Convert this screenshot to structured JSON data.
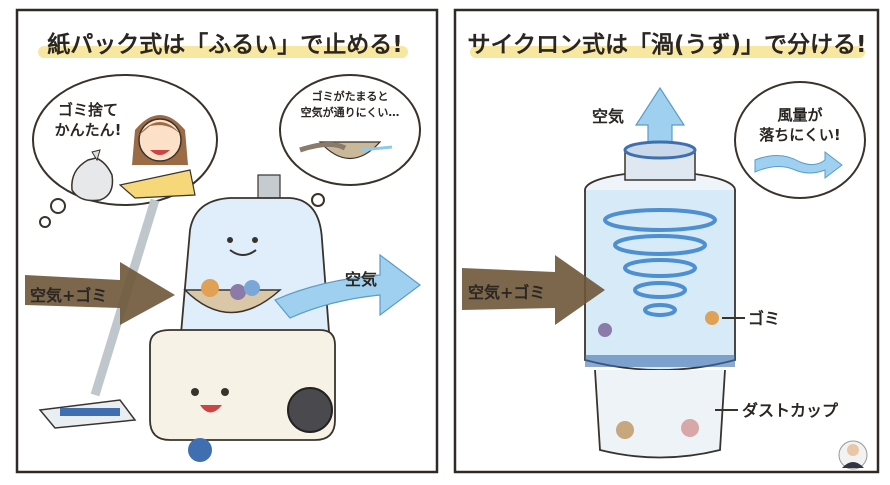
{
  "left_panel": {
    "title": "紙パック式は「ふるい」で止める!",
    "bubble_girl": [
      "ゴミ捨て",
      "かんたん!"
    ],
    "bubble_clog": [
      "ゴミがたまると",
      "空気が通りにくい…"
    ],
    "label_input": "空気+ゴミ",
    "label_output": "空気"
  },
  "right_panel": {
    "title": "サイクロン式は「渦(うず)」で分ける!",
    "label_air_up": "空気",
    "bubble_airflow": [
      "風量が",
      "落ちにくい!"
    ],
    "label_input": "空気+ゴミ",
    "label_dust": "ゴミ",
    "label_cup": "ダストカップ"
  },
  "colors": {
    "highlight": "#f7e7a0",
    "air": "#8ec9ec",
    "dirt": "#7a5a3c",
    "frame": "#2f2a25"
  }
}
